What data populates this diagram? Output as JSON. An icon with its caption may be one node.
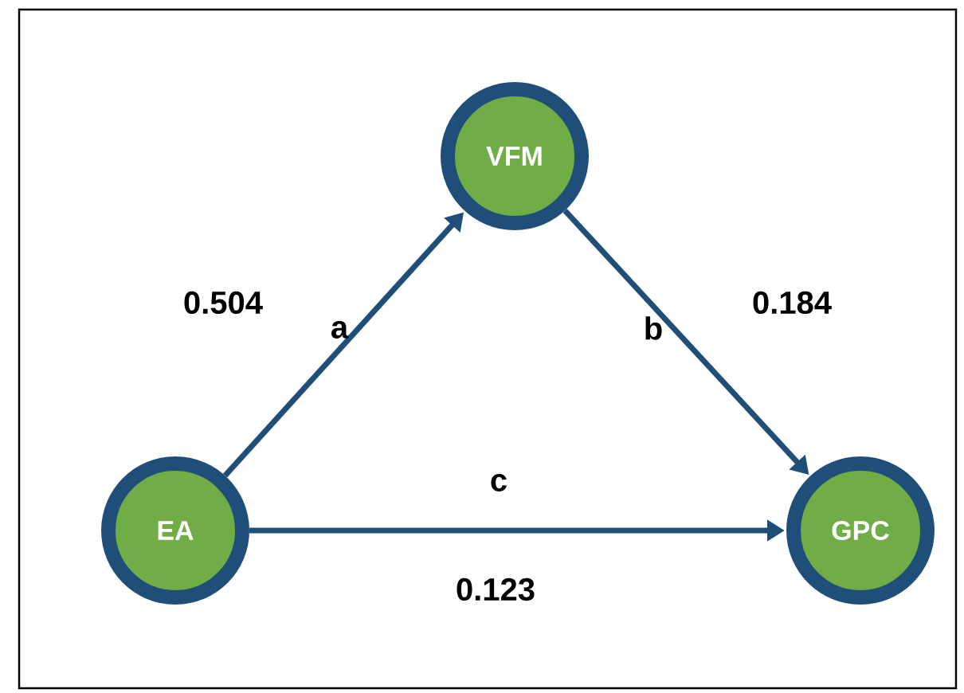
{
  "diagram": {
    "nodes": [
      {
        "text": [
          "VFM"
        ]
      },
      {
        "text": [
          "EA"
        ]
      },
      {
        "text": [
          "GPC"
        ]
      }
    ],
    "edges": [
      {
        "from": 1,
        "to": 0,
        "arrow": "to",
        "label": "a"
      },
      {
        "from": 0,
        "to": 2,
        "arrow": "to",
        "label": "b"
      },
      {
        "from": 1,
        "to": 2,
        "arrow": "to",
        "label": "c"
      }
    ],
    "labels": [
      "0.504",
      "0.184",
      "0.123"
    ]
  }
}
